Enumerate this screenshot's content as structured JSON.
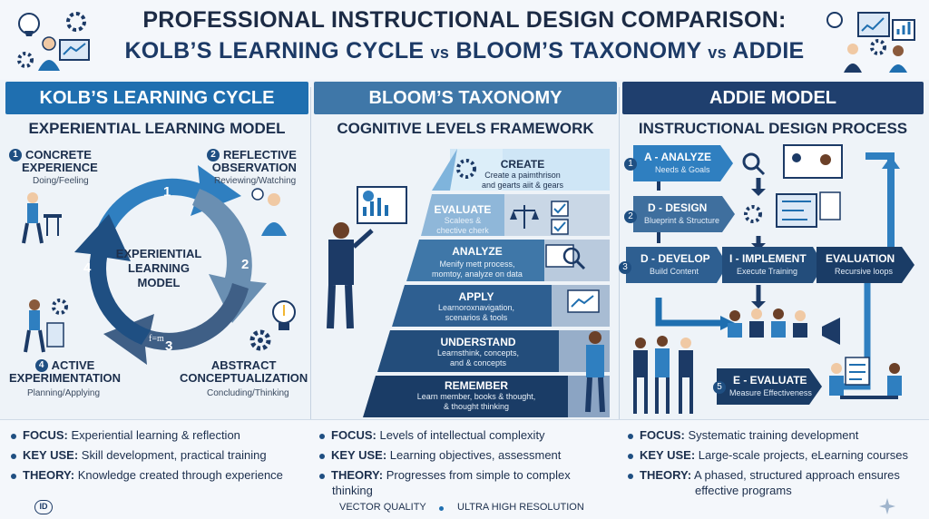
{
  "header": {
    "title_line1": "PROFESSIONAL INSTRUCTIONAL DESIGN COMPARISON:",
    "title_part_a": "KOLB’S LEARNING CYCLE",
    "vs1": "vs",
    "title_part_b": "BLOOM’S TAXONOMY",
    "vs2": "vs",
    "title_part_c": "ADDIE"
  },
  "kolb": {
    "banner": "KOLB’S LEARNING CYCLE",
    "subtitle": "EXPERIENTIAL LEARNING MODEL",
    "center_line1": "EXPERIENTIAL",
    "center_line2": "LEARNING",
    "center_line3": "MODEL",
    "formula": "f=m",
    "stages": [
      {
        "num": "1",
        "line1": "CONCRETE",
        "line2": "EXPERIENCE",
        "sub": "Doing/Feeling"
      },
      {
        "num": "2",
        "line1": "REFLECTIVE",
        "line2": "OBSERVATION",
        "sub": "Reviewing/Watching"
      },
      {
        "num": "3",
        "line1": "ABSTRACT",
        "line2": "CONCEPTUALIZATION",
        "sub": "Concluding/Thinking"
      },
      {
        "num": "4",
        "line1": "ACTIVE",
        "line2": "EXPERIMENTATION",
        "sub": "Planning/Applying"
      }
    ],
    "arrow_nums": [
      "1",
      "2",
      "3",
      "4"
    ],
    "focus_label": "FOCUS:",
    "focus": "Experiential learning & reflection",
    "keyuse_label": "KEY USE:",
    "keyuse": "Skill development, practical training",
    "theory_label": "THEORY:",
    "theory": "Knowledge created through experience"
  },
  "bloom": {
    "banner": "BLOOM’S TAXONOMY",
    "subtitle": "COGNITIVE LEVELS FRAMEWORK",
    "levels": [
      {
        "label": "CREATE",
        "desc1": "Create a paimthrison",
        "desc2": "and gearts aiit & gears"
      },
      {
        "label": "EVALUATE",
        "desc1": "Scalees &",
        "desc2": "chective cherk"
      },
      {
        "label": "ANALYZE",
        "desc1": "Menify mett process,",
        "desc2": "momtoy, analyze on data"
      },
      {
        "label": "APPLY",
        "desc1": "Learnoroxnavigation,",
        "desc2": "scenarios & tools"
      },
      {
        "label": "UNDERSTAND",
        "desc1": "Learnsthink, concepts,",
        "desc2": "and & concepts"
      },
      {
        "label": "REMEMBER",
        "desc1": "Learn member, books & thought,",
        "desc2": "& thought thinking"
      }
    ],
    "focus_label": "FOCUS:",
    "focus": "Levels of intellectual complexity",
    "keyuse_label": "KEY USE:",
    "keyuse": "Learning objectives, assessment",
    "theory_label": "THEORY:",
    "theory": "Progresses from simple to complex",
    "theory2": "thinking"
  },
  "addie": {
    "banner": "ADDIE MODEL",
    "subtitle": "INSTRUCTIONAL DESIGN PROCESS",
    "steps": [
      {
        "num": "1",
        "title": "A - ANALYZE",
        "sub": "Needs & Goals"
      },
      {
        "num": "2",
        "title": "D - DESIGN",
        "sub": "Blueprint & Structure"
      },
      {
        "num": "3",
        "title": "D - DEVELOP",
        "sub": "Build Content"
      },
      {
        "num": "",
        "title": "I - IMPLEMENT",
        "sub": "Execute Training"
      },
      {
        "num": "",
        "title": "EVALUATION",
        "sub": "Recursive loops"
      },
      {
        "num": "5",
        "title": "E - EVALUATE",
        "sub": "Measure Effectiveness"
      }
    ],
    "focus_label": "FOCUS:",
    "focus": "Systematic training development",
    "keyuse_label": "KEY USE:",
    "keyuse": "Large-scale projects, eLearning courses",
    "theory_label": "THEORY:",
    "theory": "A phased, structured approach ensures",
    "theory2": "effective programs"
  },
  "footer": {
    "quality": "VECTOR QUALITY",
    "resolution": "ULTRA HIGH RESOLUTION",
    "id_badge": "ID"
  },
  "colors": {
    "kolb_banner": "#1f6fb0",
    "bloom_banner": "#3f77a8",
    "addie_banner": "#1f3f6e"
  }
}
